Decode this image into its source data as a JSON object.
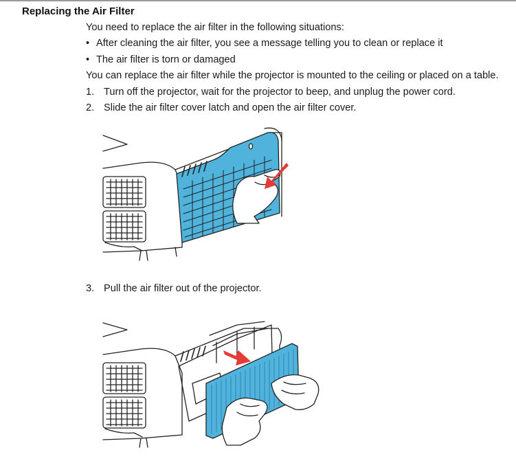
{
  "section": {
    "heading": "Replacing the Air Filter",
    "intro": "You need to replace the air filter in the following situations:",
    "bullets": [
      "After cleaning the air filter, you see a message telling you to clean or replace it",
      "The air filter is torn or damaged"
    ],
    "note": "You can replace the air filter while the projector is mounted to the ceiling or placed on a table.",
    "steps": [
      {
        "num": "1.",
        "text": "Turn off the projector, wait for the projector to beep, and unplug the power cord."
      },
      {
        "num": "2.",
        "text": "Slide the air filter cover latch and open the air filter cover."
      },
      {
        "num": "3.",
        "text": "Pull the air filter out of the projector."
      }
    ]
  },
  "colors": {
    "filter_blue": "#4fb3dc",
    "arrow_red": "#e53a36",
    "line": "#222222"
  }
}
